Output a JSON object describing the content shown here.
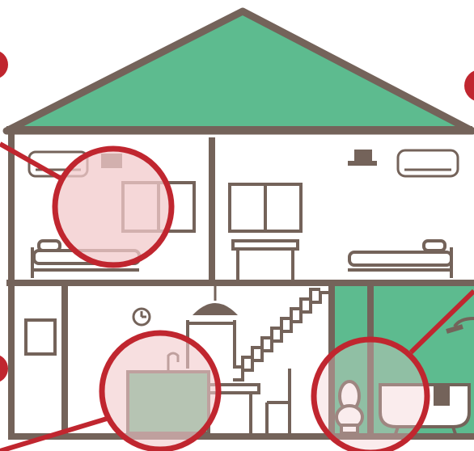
{
  "colors": {
    "wall": "#74635a",
    "roof": "#5dbb8f",
    "bath_room": "#5dbb8f",
    "highlight_ring": "#c0262f",
    "highlight_fill": "#f2c9cb",
    "background": "#ffffff"
  },
  "icons": {
    "air_conditioner": "air-conditioner-icon",
    "ceiling_light": "ceiling-light-icon",
    "pendant_lamp": "pendant-lamp-icon",
    "wall_clock": "clock-icon",
    "bed": "bed-icon",
    "toilet": "toilet-icon",
    "bathtub": "bathtub-icon",
    "shower": "shower-head-icon"
  },
  "highlighted_areas": [
    "bedroom-left",
    "kitchen",
    "bathroom"
  ]
}
